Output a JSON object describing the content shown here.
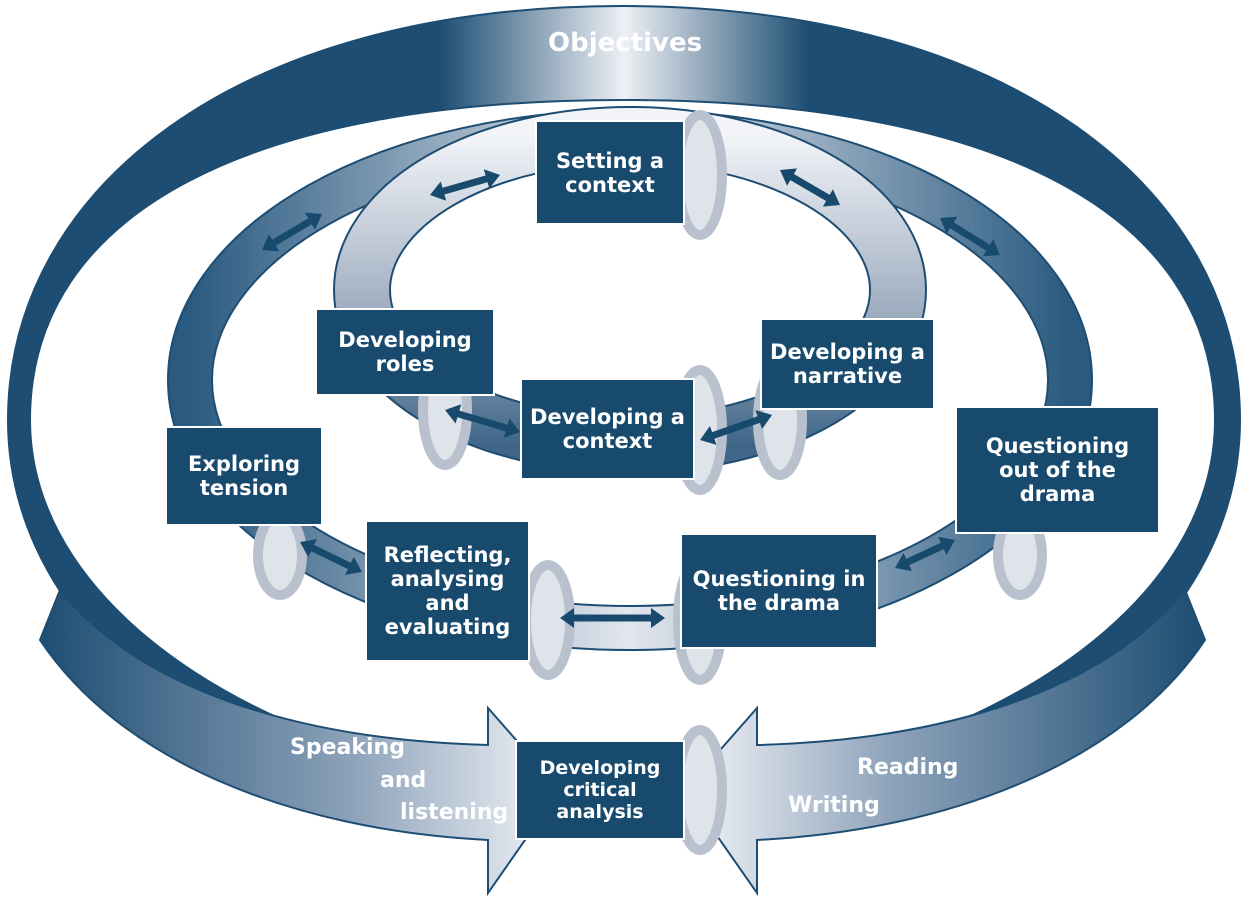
{
  "title": "Objectives",
  "colors": {
    "navy": "#184a6e",
    "band": "#1d4d72",
    "light": "#d7dbe4"
  },
  "icons": {
    "arrow": "double-headed-arrow-icon"
  },
  "boxes": {
    "setting_context": "Setting a context",
    "developing_roles": "Developing roles",
    "developing_narrative": "Developing a narrative",
    "developing_context": "Developing a context",
    "exploring_tension": "Exploring tension",
    "questioning_out": "Questioning out of the drama",
    "reflecting": "Reflecting, analysing and evaluating",
    "questioning_in": "Questioning in the drama",
    "critical_analysis": "Developing critical analysis"
  },
  "labels": {
    "speaking": "Speaking",
    "and": "and",
    "listening": "listening",
    "reading": "Reading",
    "writing": "Writing"
  }
}
